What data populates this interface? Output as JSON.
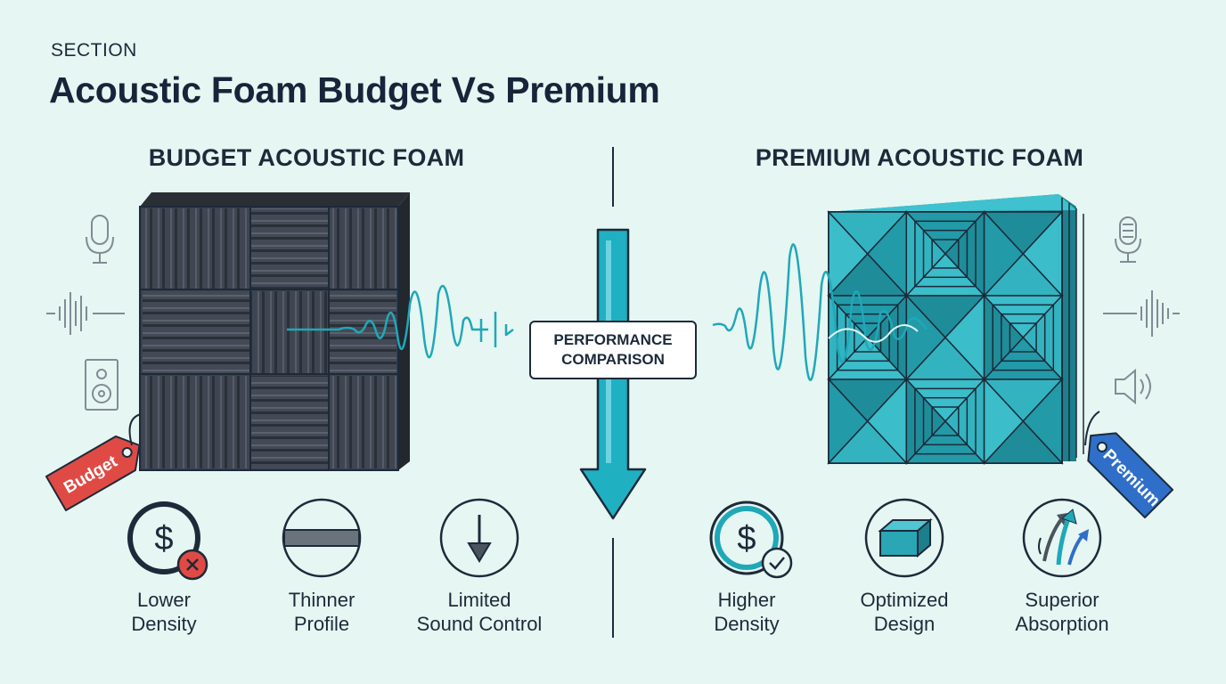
{
  "header": {
    "section_label": "SECTION",
    "title": "Acoustic Foam Budget Vs Premium"
  },
  "budget": {
    "title": "BUDGET ACOUSTIC FOAM",
    "tag_label": "Budget",
    "features": [
      {
        "line1": "Lower",
        "line2": "Density",
        "icon": "dollar-x-icon"
      },
      {
        "line1": "Thinner",
        "line2": "Profile",
        "icon": "thin-layer-icon"
      },
      {
        "line1": "Limited",
        "line2": "Sound Control",
        "icon": "down-arrow-icon"
      }
    ],
    "side_icons": [
      "microphone-icon",
      "waveform-icon",
      "speaker-icon"
    ]
  },
  "premium": {
    "title": "PREMIUM ACOUSTIC FOAM",
    "tag_label": "Premium",
    "features": [
      {
        "line1": "Higher",
        "line2": "Density",
        "icon": "dollar-check-icon"
      },
      {
        "line1": "Optimized",
        "line2": "Design",
        "icon": "foam-block-icon"
      },
      {
        "line1": "Superior",
        "line2": "Absorption",
        "icon": "absorption-arrows-icon"
      }
    ],
    "side_icons": [
      "microphone-icon",
      "waveform-icon",
      "volume-icon"
    ]
  },
  "center": {
    "line1": "PERFORMANCE",
    "line2": "COMPARISON"
  },
  "colors": {
    "background": "#e6f6f2",
    "budget_foam": "#3b424d",
    "premium_foam": "#2aa6b4",
    "wave": "#1fa8b8",
    "budget_tag": "#e04a45",
    "premium_tag": "#2f6fc9",
    "ink": "#1c2a3a"
  }
}
